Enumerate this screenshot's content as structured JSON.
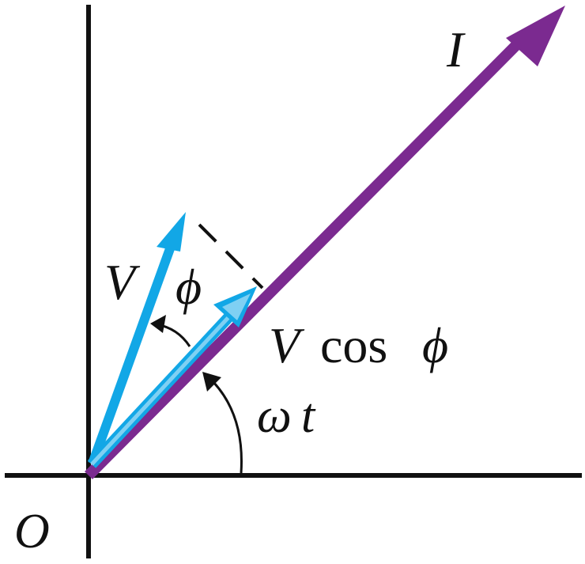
{
  "diagram": {
    "labels": {
      "origin": "O",
      "current": "I",
      "voltage": "V",
      "phase_angle": "ϕ",
      "projection_V": "V",
      "projection_cos": "cos",
      "projection_phi": "ϕ",
      "angle_omega": "ω",
      "angle_t": "t"
    },
    "colors": {
      "current_vector": "#7b2a90",
      "voltage_vector": "#12a7e6",
      "projection_vector": "#7fd0f3",
      "axes": "#111111",
      "text": "#111111"
    }
  }
}
